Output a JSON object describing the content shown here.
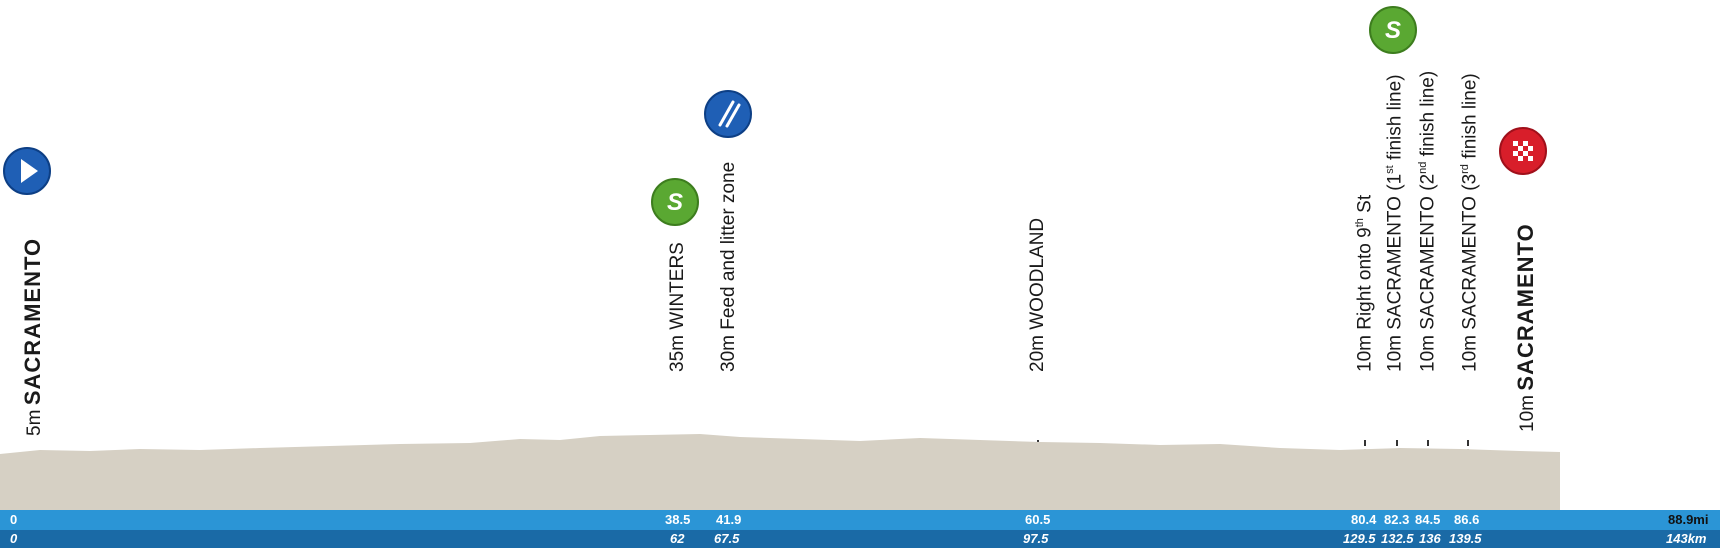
{
  "start": {
    "altitude": "5m",
    "name": "SACRAMENTO"
  },
  "finish": {
    "altitude": "10m",
    "name": "SACRAMENTO"
  },
  "waypoints": [
    {
      "text": "35m WINTERS",
      "mi": "38.5",
      "km": "62"
    },
    {
      "text": "30m Feed and litter zone",
      "mi": "41.9",
      "km": "67.5"
    },
    {
      "text": "20m WOODLAND",
      "mi": "60.5",
      "km": "97.5"
    },
    {
      "text_pre": "10m Right onto 9",
      "text_sup": "th",
      "text_post": " St",
      "mi": "80.4",
      "km": "129.5"
    },
    {
      "text_pre": "10m SACRAMENTO (1",
      "text_sup": "st",
      "text_post": " finish line)",
      "mi": "82.3",
      "km": "132.5"
    },
    {
      "text_pre": "10m SACRAMENTO (2",
      "text_sup": "nd",
      "text_post": " finish line)",
      "mi": "84.5",
      "km": "136"
    },
    {
      "text_pre": "10m SACRAMENTO (3",
      "text_sup": "rd",
      "text_post": " finish line)",
      "mi": "86.6",
      "km": "139.5"
    }
  ],
  "axis": {
    "start_mi": "0",
    "start_km": "0",
    "total_mi": "88.9mi",
    "total_km": "143km"
  },
  "icons": {
    "sprint_letter": "S",
    "start": "start-play-icon",
    "feed": "feed-zone-icon",
    "sprint": "sprint-icon",
    "finish": "finish-flag-icon"
  },
  "colors": {
    "sprint_green": "#5aa832",
    "feed_blue": "#1f5fb5",
    "start_blue": "#1f5fb5",
    "finish_red": "#d81e2a",
    "terrain": "#d6d0c4",
    "mi_band": "#2b95d6",
    "km_band": "#1a6aa6"
  }
}
